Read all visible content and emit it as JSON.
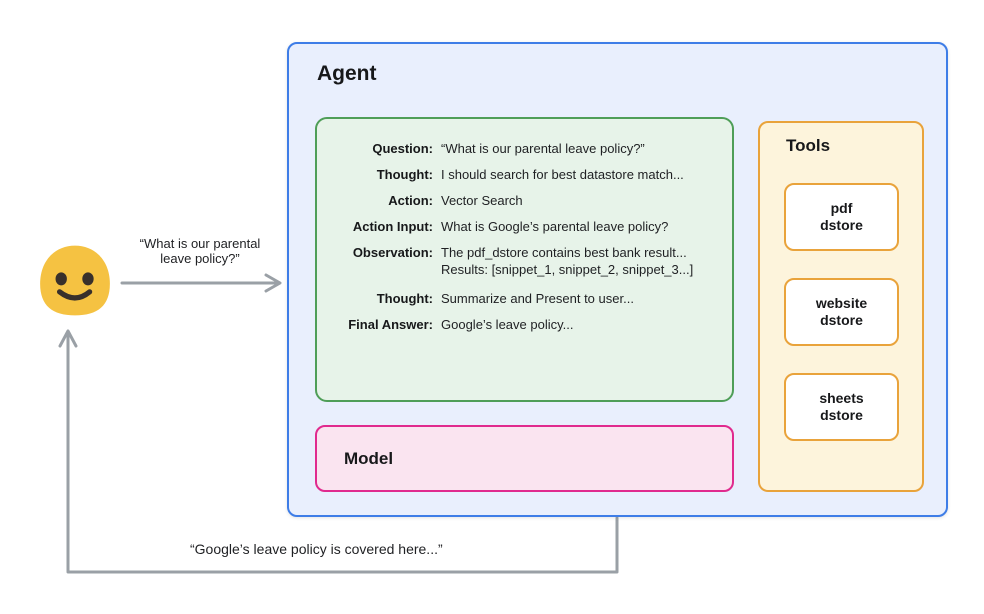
{
  "diagram": {
    "agent": {
      "title": "Agent"
    },
    "scratchpad": {
      "rows": [
        {
          "label": "Question:",
          "value": "“What is our parental leave policy?”"
        },
        {
          "label": "Thought:",
          "value": "I should search for best datastore match..."
        },
        {
          "label": "Action:",
          "value": "Vector Search"
        },
        {
          "label": "Action Input:",
          "value": "What is Google’s parental leave policy?"
        },
        {
          "label": "Observation:",
          "value": "The pdf_dstore contains best bank result...",
          "value2": "Results: [snippet_1, snippet_2, snippet_3...]"
        },
        {
          "label": "Thought:",
          "value": "Summarize and Present to user..."
        },
        {
          "label": "Final Answer:",
          "value": "Google’s leave policy..."
        }
      ]
    },
    "model": {
      "label": "Model"
    },
    "tools": {
      "title": "Tools",
      "items": [
        {
          "line1": "pdf",
          "line2": "dstore"
        },
        {
          "line1": "website",
          "line2": "dstore"
        },
        {
          "line1": "sheets",
          "line2": "dstore"
        }
      ]
    },
    "user": {
      "request_line1": "“What is our parental",
      "request_line2": "leave policy?”",
      "response": "“Google’s leave policy is covered here...”"
    },
    "icons": {
      "smiley": "smiley-face-emoji"
    },
    "colors": {
      "agent_border": "#3e7de7",
      "agent_fill": "#e9effd",
      "scratchpad_border": "#4f9e58",
      "scratchpad_fill": "#e7f3e9",
      "model_border": "#e02a8e",
      "model_fill": "#fae4f0",
      "tools_border": "#e9a33b",
      "tools_fill": "#fdf4dc",
      "arrow_gray": "#9aa0a6",
      "dot_gray": "#8d9095",
      "emoji_yellow": "#f5c242",
      "emoji_features": "#38302b"
    }
  }
}
